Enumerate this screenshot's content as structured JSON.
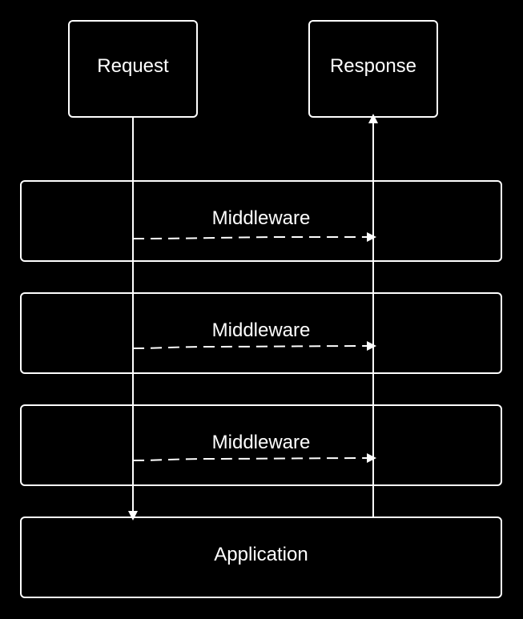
{
  "diagram": {
    "background_color": "#000000",
    "stroke_color": "#ffffff",
    "nodes": {
      "request": {
        "label": "Request"
      },
      "response": {
        "label": "Response"
      },
      "middleware_1": {
        "label": "Middleware"
      },
      "middleware_2": {
        "label": "Middleware"
      },
      "middleware_3": {
        "label": "Middleware"
      },
      "application": {
        "label": "Application"
      }
    },
    "edges": [
      {
        "from": "request",
        "to": "application",
        "style": "solid"
      },
      {
        "from": "application",
        "to": "response",
        "style": "solid"
      },
      {
        "from": "request",
        "to": "response",
        "via": "middleware_1",
        "style": "dashed"
      },
      {
        "from": "request",
        "to": "response",
        "via": "middleware_2",
        "style": "dashed"
      },
      {
        "from": "request",
        "to": "response",
        "via": "middleware_3",
        "style": "dashed"
      }
    ]
  }
}
